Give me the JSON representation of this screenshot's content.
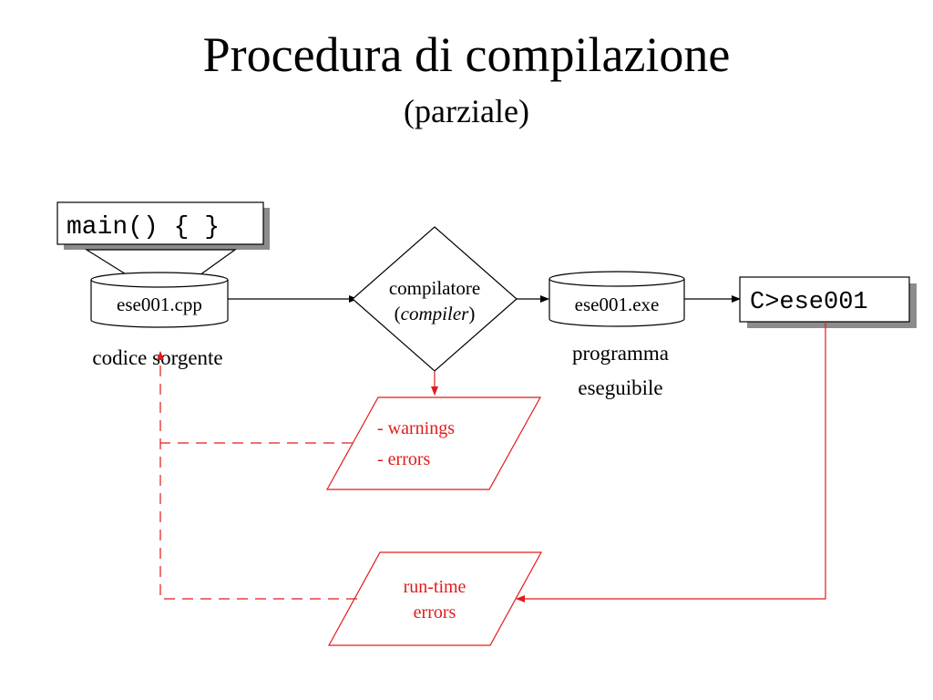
{
  "slide": {
    "title": "Procedura di compilazione",
    "subtitle": "(parziale)"
  },
  "nodes": {
    "source_code": "main() { }",
    "source_file": "ese001.cpp",
    "source_caption": "codice sorgente",
    "compiler_line1": "compilatore",
    "compiler_open": "(",
    "compiler_italic": "compiler",
    "compiler_close": ")",
    "exe_file": "ese001.exe",
    "exe_caption_line1": "programma",
    "exe_caption_line2": "eseguibile",
    "run_command": "C>ese001",
    "warnings": "- warnings",
    "errors": "- errors",
    "runtime_line1": "run-time",
    "runtime_line2": "errors"
  },
  "colors": {
    "black": "#000000",
    "error_red": "#e31a1a",
    "shadow": "#8c8c8c"
  }
}
